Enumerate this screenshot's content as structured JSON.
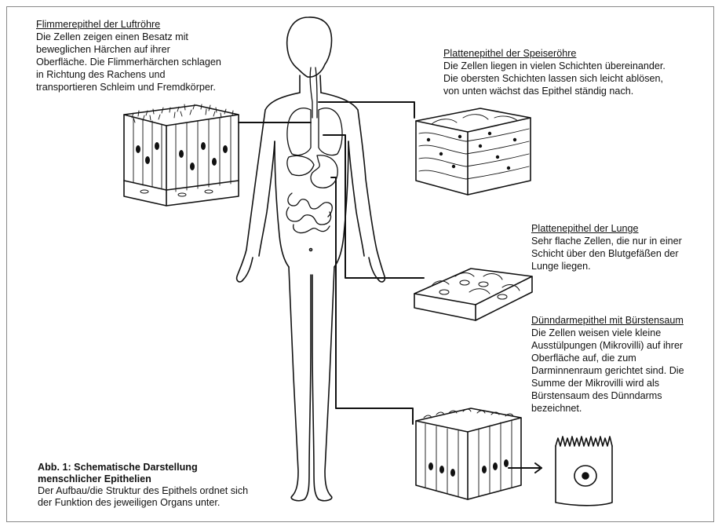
{
  "trachea": {
    "title": "Flimmerepithel der Luftröhre",
    "lines": [
      "Die Zellen zeigen einen Besatz mit",
      "beweglichen Härchen auf ihrer",
      "Oberfläche. Die Flimmerhärchen schlagen",
      "in Richtung des Rachens und",
      "transportieren Schleim und Fremdkörper."
    ]
  },
  "esophagus": {
    "title": "Plattenepithel der Speiseröhre",
    "lines": [
      "Die Zellen liegen in vielen Schichten übereinander.",
      "Die obersten Schichten lassen sich leicht ablösen,",
      "von unten wächst das Epithel ständig nach."
    ]
  },
  "lung": {
    "title": "Plattenepithel der Lunge",
    "lines": [
      "Sehr flache Zellen, die nur in einer",
      "Schicht über den Blutgefäßen der",
      "Lunge liegen."
    ]
  },
  "intestine": {
    "title": "Dünndarmepithel mit Bürstensaum",
    "lines": [
      "Die Zellen weisen viele kleine",
      "Ausstülpungen (Mikrovilli) auf ihrer",
      "Oberfläche auf, die zum",
      "Darminnenraum gerichtet sind. Die",
      "Summe der Mikrovilli wird als",
      "Bürstensaum des Dünndarms",
      "bezeichnet."
    ]
  },
  "caption": {
    "title_line1": "Abb. 1: Schematische Darstellung",
    "title_line2": "menschlicher Epithelien",
    "lines": [
      "Der Aufbau/die Struktur des Epithels ordnet sich",
      "der Funktion des jeweiligen Organs unter."
    ]
  }
}
